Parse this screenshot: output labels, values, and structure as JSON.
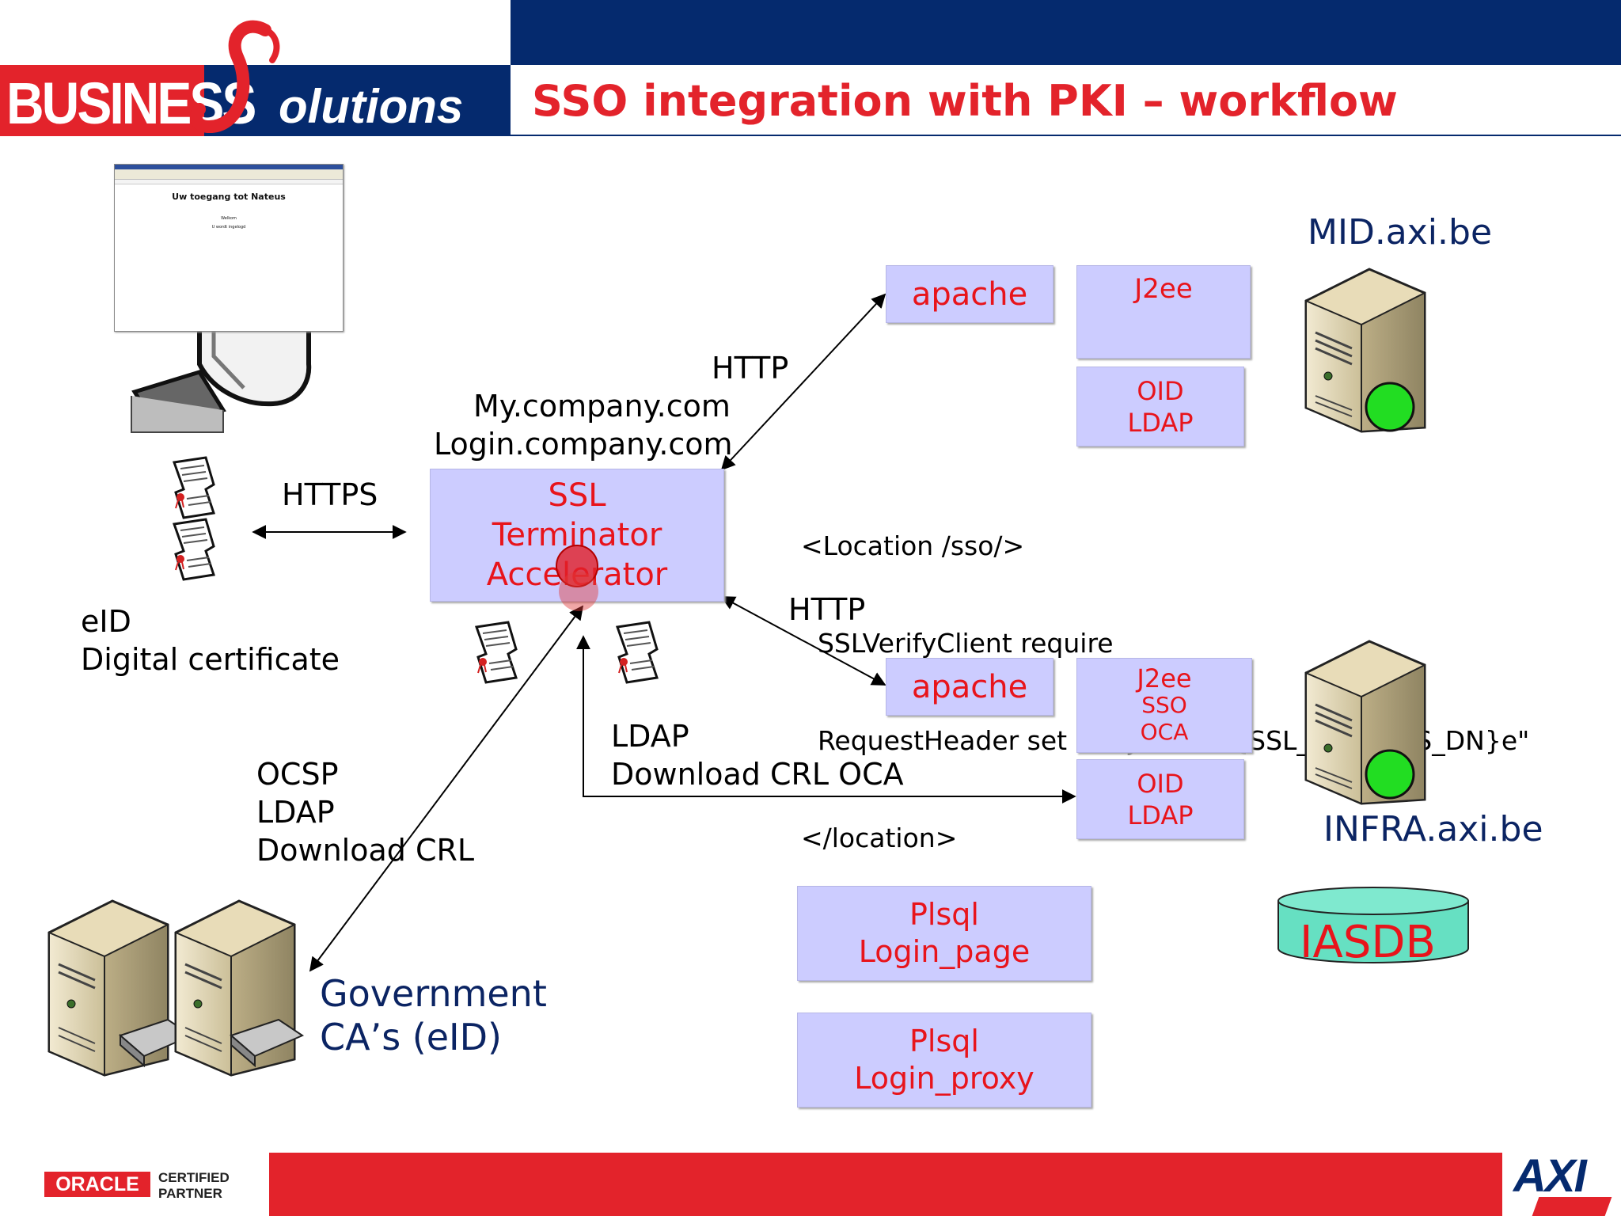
{
  "header": {
    "logo_word1": "BUSINESS",
    "logo_word2": "olutions",
    "title": "SSO integration with PKI – workflow"
  },
  "browser_screenshot": {
    "heading": "Uw toegang tot Nateus",
    "line1": "Welkom",
    "line2": "U wordt ingelogd"
  },
  "labels": {
    "https": "HTTPS",
    "http_top": "HTTP",
    "my_company": "My.company.com",
    "login_company": "Login.company.com",
    "eid_line1": "eID",
    "eid_line2": "Digital certificate",
    "http_bottom": "HTTP",
    "ocsp_lines": [
      "OCSP",
      "LDAP",
      "Download CRL"
    ],
    "ldap_lines": [
      "LDAP",
      "Download CRL OCA"
    ],
    "gov_line1": "Government",
    "gov_line2": "CA’s (eID)",
    "mid_host": "MID.axi.be",
    "infra_host": "INFRA.axi.be"
  },
  "config_text": [
    "<Location /sso/>",
    "  SSLVerifyClient require",
    "  RequestHeader set SUBJECT \"%{SSL_CLIENT_S_DN}e\"",
    "</location>"
  ],
  "boxes": {
    "ssl": [
      "SSL",
      "Terminator",
      "Accelerator"
    ],
    "apache_top": "apache",
    "j2ee_top": "J2ee",
    "oid_top": [
      "OID",
      "LDAP"
    ],
    "apache_bottom": "apache",
    "j2ee_bottom": [
      "J2ee",
      "SSO",
      "OCA"
    ],
    "oid_bottom": [
      "OID",
      "LDAP"
    ],
    "plsql_page": [
      "Plsql",
      "Login_page"
    ],
    "plsql_proxy": [
      "Plsql",
      "Login_proxy"
    ],
    "iasdb": "IASDB"
  },
  "footer": {
    "oracle": "ORACLE",
    "certified": "CERTIFIED",
    "partner": "PARTNER",
    "axi": "AXI"
  },
  "colors": {
    "navy": "#052a6e",
    "red": "#e8141b",
    "box": "#ccccff",
    "teal": "#66e0c2"
  }
}
